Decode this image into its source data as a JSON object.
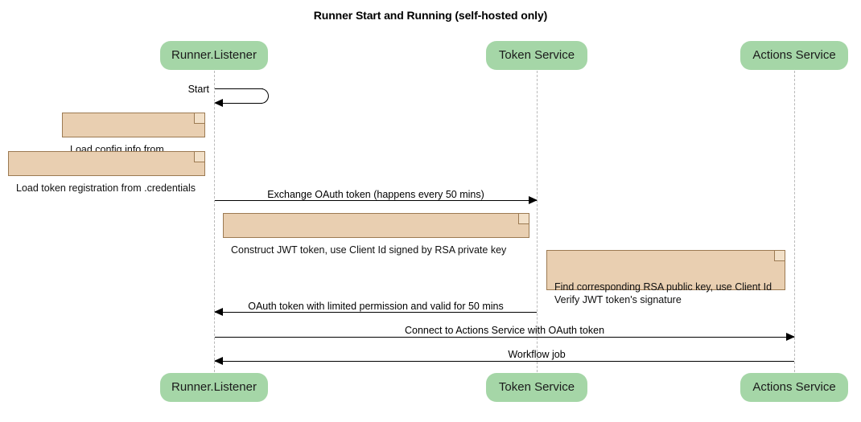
{
  "diagram": {
    "title": "Runner Start and Running (self-hosted only)",
    "type": "sequence-diagram",
    "colors": {
      "participant_fill": "#a5d6a7",
      "note_fill": "#e9cfb1",
      "note_border": "#9c7a52",
      "lifeline": "#b9b9b9",
      "line": "#000000",
      "text": "#000000"
    }
  },
  "participants": [
    {
      "id": "runner",
      "label": "Runner.Listener"
    },
    {
      "id": "token",
      "label": "Token Service"
    },
    {
      "id": "actions",
      "label": "Actions Service"
    }
  ],
  "messages": [
    {
      "id": "m1",
      "label": "Start",
      "from": "runner",
      "to": "runner",
      "kind": "self"
    },
    {
      "id": "m2",
      "label": "Exchange OAuth token (happens every 50 mins)",
      "from": "runner",
      "to": "token",
      "kind": "solid",
      "direction": "right"
    },
    {
      "id": "m3",
      "label": "OAuth token with limited permission and valid for 50 mins",
      "from": "token",
      "to": "runner",
      "kind": "solid",
      "direction": "left"
    },
    {
      "id": "m4",
      "label": "Connect to Actions Service with OAuth token",
      "from": "runner",
      "to": "actions",
      "kind": "solid",
      "direction": "right"
    },
    {
      "id": "m5",
      "label": "Workflow job",
      "from": "actions",
      "to": "runner",
      "kind": "solid",
      "direction": "left"
    }
  ],
  "notes": [
    {
      "id": "n1",
      "text": "Load config info from .runner",
      "over": "runner"
    },
    {
      "id": "n2",
      "text": "Load token registration from .credentials",
      "over": "runner"
    },
    {
      "id": "n3",
      "text": "Construct JWT token, use Client Id signed by RSA private key",
      "over": "runner"
    },
    {
      "id": "n4",
      "text": "Find corresponding RSA public key, use Client Id\nVerify JWT token's signature",
      "over": "token"
    }
  ]
}
